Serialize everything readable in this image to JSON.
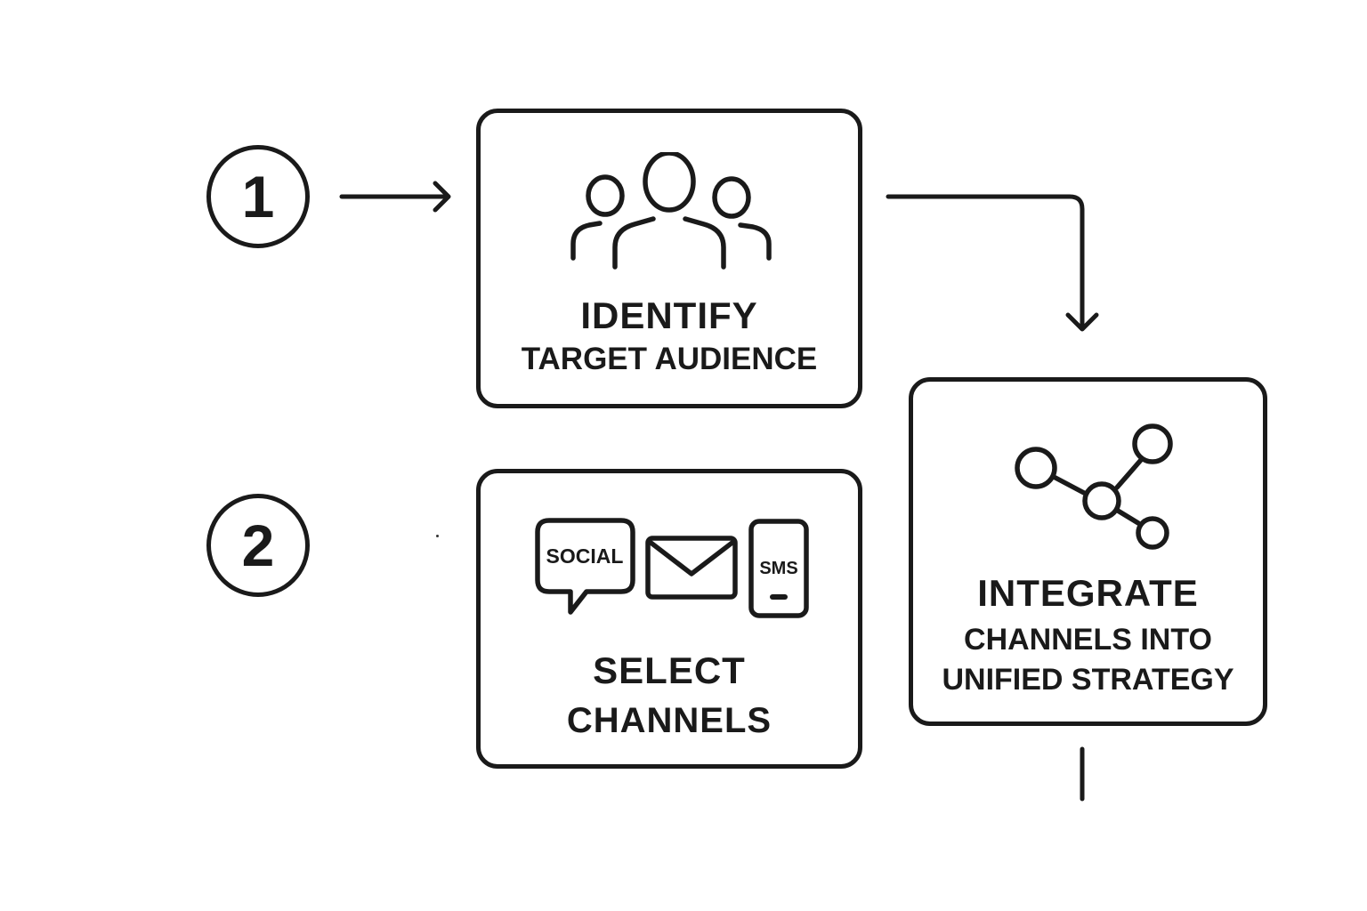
{
  "steps": {
    "step1": {
      "number": "1"
    },
    "step2": {
      "number": "2"
    }
  },
  "cards": {
    "identify": {
      "title": "IDENTIFY",
      "subtitle": "TARGET AUDIENCE",
      "icon": "audience-group-icon"
    },
    "select": {
      "title": "SELECT",
      "subtitle": "CHANNELS",
      "icons": {
        "social_label": "SOCIAL",
        "sms_label": "SMS"
      }
    },
    "integrate": {
      "title": "INTEGRATE",
      "subtitle_line1": "CHANNELS INTO",
      "subtitle_line2": "UNIFIED STRATEGY",
      "icon": "network-nodes-icon"
    }
  },
  "colors": {
    "stroke": "#1a1a1a",
    "background": "#ffffff"
  }
}
